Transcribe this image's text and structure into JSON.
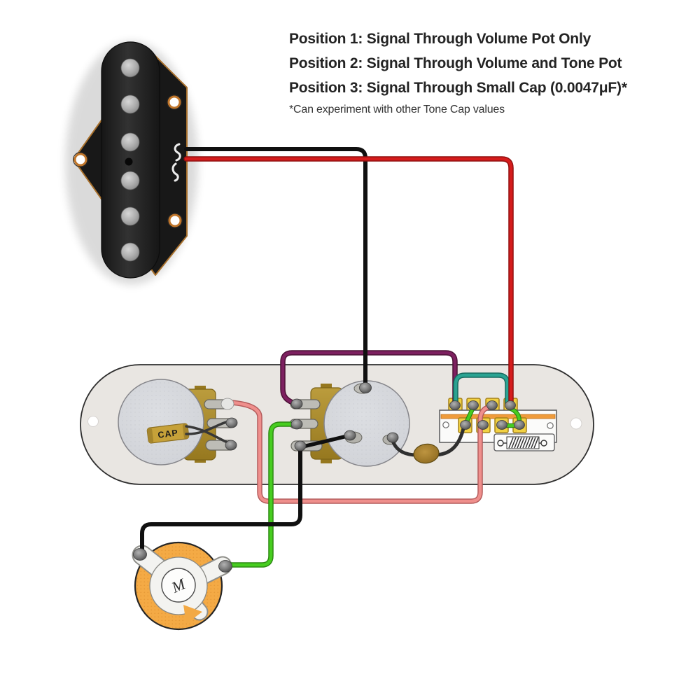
{
  "annotations": {
    "position1": "Position 1: Signal Through Volume Pot Only",
    "position2": "Position 2: Signal Through Volume and Tone Pot",
    "position3": "Position 3: Signal Through Small Cap (0.0047μF)*",
    "footnote": "*Can experiment with other Tone Cap values"
  },
  "component_labels": {
    "tone_cap": "CAP",
    "ground_cap_mark": "M"
  },
  "wire_colors": {
    "pickup_lead_black": "#101010",
    "pickup_lead_red": "#d51c1c",
    "volume_to_switch_purple": "#7d2060",
    "switch_jumper_teal": "#2aa392",
    "tone_to_switch_pink": "#ef8f8c",
    "ground_green": "#47cd20",
    "ground_black": "#101010"
  }
}
